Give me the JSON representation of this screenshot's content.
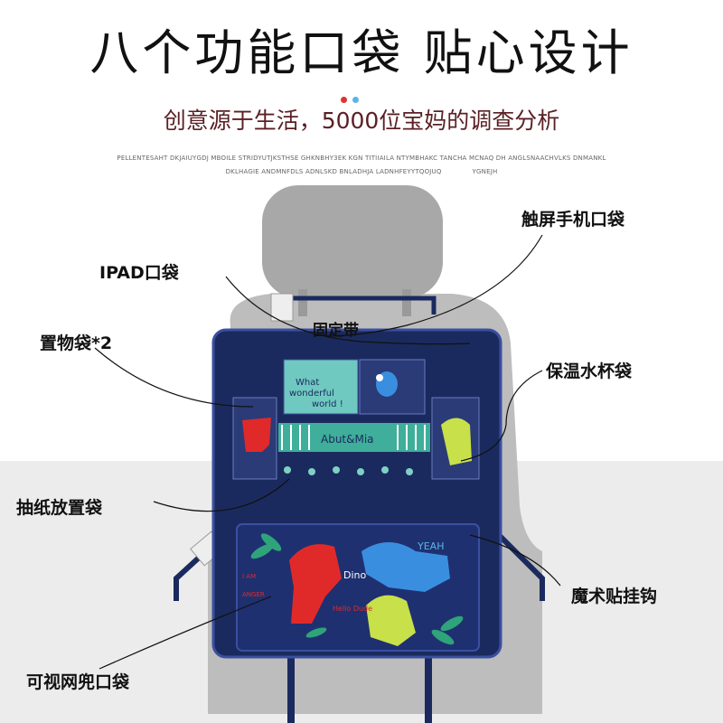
{
  "header": {
    "title": "八个功能口袋 贴心设计",
    "subtitle": "创意源于生活，5000位宝妈的调查分析",
    "fine_line_1": "PELLENTESAHT DKJAIUYGDJ MBOILE STRIDYUTJKSTHSE GHKNBHY3EK KGN TITIIAILA NTYMBHAKC TANCHA MCNAQ DH ANGLSNAACHVLKS DNMANKL",
    "fine_line_2": "DKLHAGIE ANDMNFDLS ADNLSKD BNLADHJA LADNHFEYYTQOJUQ              YGNEJH",
    "dot_colors": [
      "#e0332f",
      "#5ab4e5"
    ]
  },
  "product": {
    "window_title": "What wonderful world !",
    "tissue_brand": "Abut&Mia",
    "text_yeah": "YEAH",
    "text_dino": "Dino",
    "text_hello": "Hello Dude",
    "text_angry": "I AM ANGER",
    "colors": {
      "seat": "#bfbfbf",
      "headrest": "#a9a9a9",
      "organizer": "#1b2a5e",
      "border": "#3b4fa0",
      "teal": "#3fae9a",
      "red_dino": "#e02a2a",
      "blue_dino": "#3a8ee0",
      "green_dino": "#c8e04a",
      "leaf": "#2fa37a"
    }
  },
  "labels": {
    "touch_phone": "触屏手机口袋",
    "ipad": "IPAD口袋",
    "strap": "固定带",
    "storage": "置物袋*2",
    "cup": "保温水杯袋",
    "tissue": "抽纸放置袋",
    "velcro": "魔术贴挂钩",
    "mesh": "可视网兜口袋"
  }
}
